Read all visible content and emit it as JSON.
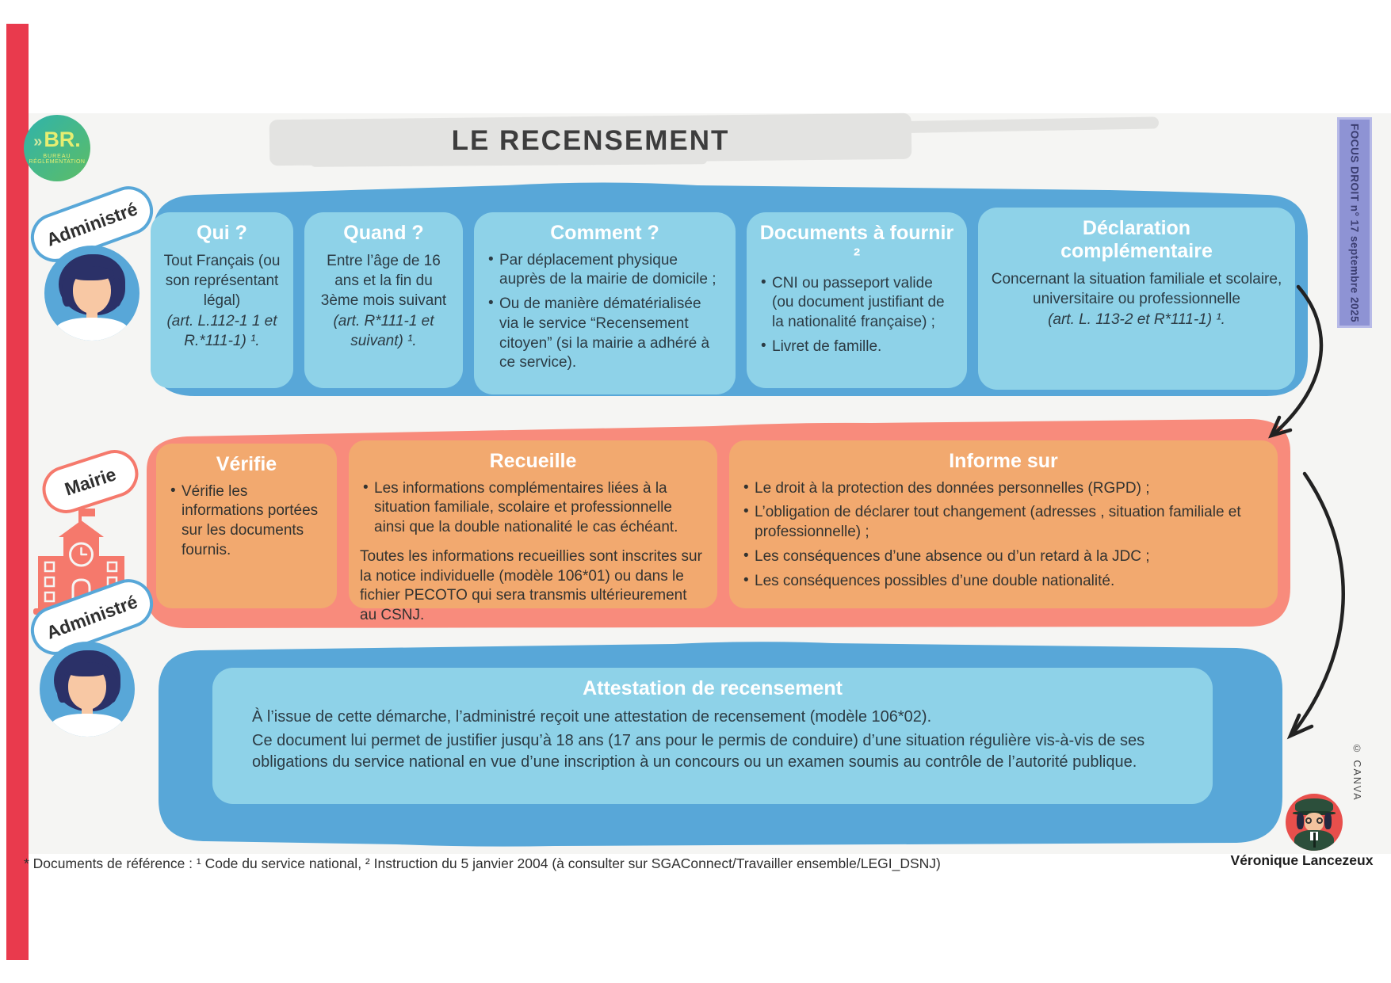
{
  "page": {
    "title": "LE RECENSEMENT",
    "footnote": "* Documents de référence : ¹ Code du service national, ² Instruction du 5 janvier 2004 (à consulter sur SGAConnect/Travailler ensemble/LEGI_DSNJ)",
    "credit_name": "Véronique Lancezeux",
    "canva_credit": "© CANVA",
    "focus_banner": "FOCUS DROIT n° 17 septembre 2025"
  },
  "logo": {
    "chevron": "»",
    "initials": "BR.",
    "line1": "BUREAU",
    "line2": "RÉGLEMENTATION"
  },
  "row1": {
    "actor": "Administré",
    "cards": [
      {
        "title": "Qui ?",
        "body": "Tout Français (ou son représentant légal)",
        "ref": "(art. L.112-1 1 et R.*111-1) ¹."
      },
      {
        "title": "Quand ?",
        "body": "Entre l’âge de 16 ans et la fin du 3ème mois suivant",
        "ref": "(art. R*111-1 et suivant) ¹."
      },
      {
        "title": "Comment ?",
        "bullets": [
          "Par déplacement physique auprès de la mairie de domicile ;",
          "Ou de manière dématérialisée via le service “Recensement citoyen” (si la mairie a adhéré à ce service)."
        ]
      },
      {
        "title": "Documents à fournir ²",
        "bullets": [
          "CNI ou passeport valide (ou document justifiant de la nationalité française) ;",
          "Livret de famille."
        ]
      },
      {
        "title": "Déclaration complémentaire",
        "body": "Concernant la situation familiale et scolaire, universitaire ou professionnelle",
        "ref": "(art. L. 113-2 et R*111-1) ¹."
      }
    ]
  },
  "row2": {
    "actor": "Mairie",
    "cards": [
      {
        "title": "Vérifie",
        "bullets": [
          "Vérifie les informations portées sur les documents fournis."
        ]
      },
      {
        "title": "Recueille",
        "bullets": [
          "Les informations complémentaires liées à la situation familiale, scolaire et professionnelle ainsi que la double nationalité le cas échéant."
        ],
        "note": "Toutes les informations recueillies sont inscrites sur la notice individuelle (modèle 106*01) ou dans le fichier PECOTO qui sera transmis ultérieurement au CSNJ."
      },
      {
        "title": "Informe sur",
        "bullets": [
          "Le droit à la protection des données personnelles (RGPD) ;",
          "L’obligation de déclarer tout changement (adresses , situation familiale et professionnelle) ;",
          "Les conséquences d’une absence ou d’un retard à la JDC ;",
          "Les conséquences possibles d’une double nationalité."
        ]
      }
    ]
  },
  "row3": {
    "actor": "Administré",
    "title": "Attestation de recensement",
    "line1": "À l’issue de cette démarche, l’administré reçoit une attestation de recensement (modèle 106*02).",
    "line2": "Ce document lui permet de justifier jusqu’à 18 ans (17 ans pour le permis de conduire) d’une situation régulière vis-à-vis de ses obligations du service national en vue d’une inscription à un concours ou un examen soumis au contrôle de l’autorité publique."
  },
  "colors": {
    "accent_blue": "#58a7d8",
    "card_blue": "#8ed2e8",
    "accent_salmon": "#f88b7c",
    "card_orange": "#f2a96f",
    "icon_salmon": "#f5796c",
    "banner_purple": "#8e93d4",
    "left_bar_red": "#e93a4d",
    "brush_gray": "#e3e3e1"
  }
}
